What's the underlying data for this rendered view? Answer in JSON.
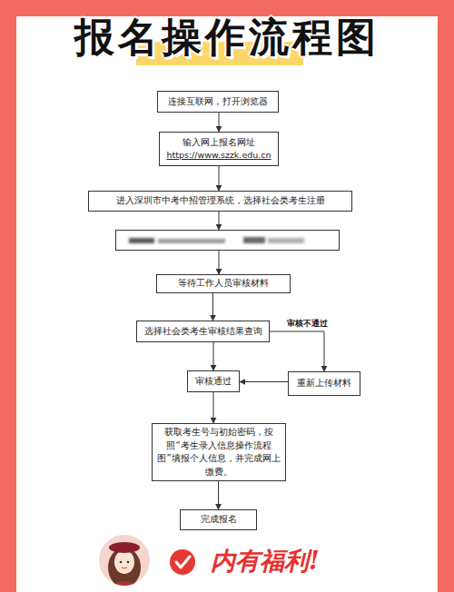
{
  "diagram": {
    "title": "报名操作流程图",
    "nodes": [
      {
        "text": [
          "连接互联网，打开浏览器"
        ]
      },
      {
        "text": [
          "输入网上报名网址",
          "https://www.szzk.edu.cn"
        ]
      },
      {
        "text": [
          "进入深圳市中考中招管理系统，选择社会类考生注册"
        ]
      },
      {
        "text": [
          "等待工作人员审核材料"
        ]
      },
      {
        "text": [
          "选择社会类考生审核结果查询"
        ]
      },
      {
        "text": [
          "审核通过"
        ]
      },
      {
        "text": [
          "重新上传材料"
        ]
      },
      {
        "text": [
          "获取考生号与初始密码，按照“考生录入信息操作流程图”填报个人信息，并完成网上缴费。"
        ]
      },
      {
        "text": [
          "完成报名"
        ]
      }
    ],
    "edges": [
      {
        "from": 0,
        "to": 1,
        "arrow": "to"
      },
      {
        "from": 1,
        "to": 2,
        "arrow": "to"
      },
      {
        "from": 3,
        "to": 4,
        "arrow": "to"
      },
      {
        "from": 4,
        "to": 5,
        "arrow": "to"
      },
      {
        "from": 4,
        "to": 6,
        "label": "审核不通过",
        "arrow": "to"
      },
      {
        "from": 6,
        "to": 5,
        "arrow": "to"
      },
      {
        "from": 5,
        "to": 7,
        "arrow": "to"
      },
      {
        "from": 7,
        "to": 8,
        "arrow": "to"
      }
    ],
    "labels": [
      "内有福利!"
    ]
  }
}
